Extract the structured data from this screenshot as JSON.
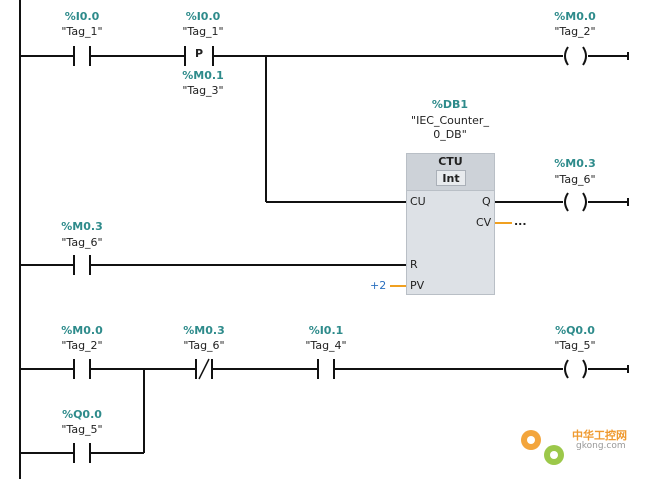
{
  "network": {
    "contacts": [
      {
        "address": "%I0.0",
        "tag": "\"Tag_1\""
      },
      {
        "address": "%I0.0",
        "tag": "\"Tag_1\""
      },
      {
        "edge_label": "P",
        "address": "%M0.1",
        "tag": "\"Tag_3\""
      },
      {
        "address": "%M0.3",
        "tag": "\"Tag_6\""
      },
      {
        "address": "%M0.0",
        "tag": "\"Tag_2\""
      },
      {
        "address": "%M0.3",
        "tag": "\"Tag_6\""
      },
      {
        "address": "%I0.1",
        "tag": "\"Tag_4\""
      },
      {
        "address": "%Q0.0",
        "tag": "\"Tag_5\""
      }
    ],
    "coils": [
      {
        "address": "%M0.0",
        "tag": "\"Tag_2\""
      },
      {
        "address": "%M0.3",
        "tag": "\"Tag_6\""
      },
      {
        "address": "%Q0.0",
        "tag": "\"Tag_5\""
      }
    ],
    "counter": {
      "instance_address": "%DB1",
      "instance_line1": "\"IEC_Counter_",
      "instance_line2": "0_DB\"",
      "title": "CTU",
      "datatype": "Int",
      "pins": {
        "cu": "CU",
        "r": "R",
        "pv": "PV",
        "q": "Q",
        "cv": "CV"
      },
      "pv_value": "+2",
      "cv_value": "..."
    }
  },
  "watermark": {
    "text": "中华工控网",
    "sub": "gkong.com"
  },
  "colors": {
    "address": "#2e8b8b",
    "wire": "#111111",
    "box": "#dde1e6",
    "pin_line": "#f0a020",
    "constant": "#2a6fbf",
    "watermark": "#ef9a30"
  }
}
